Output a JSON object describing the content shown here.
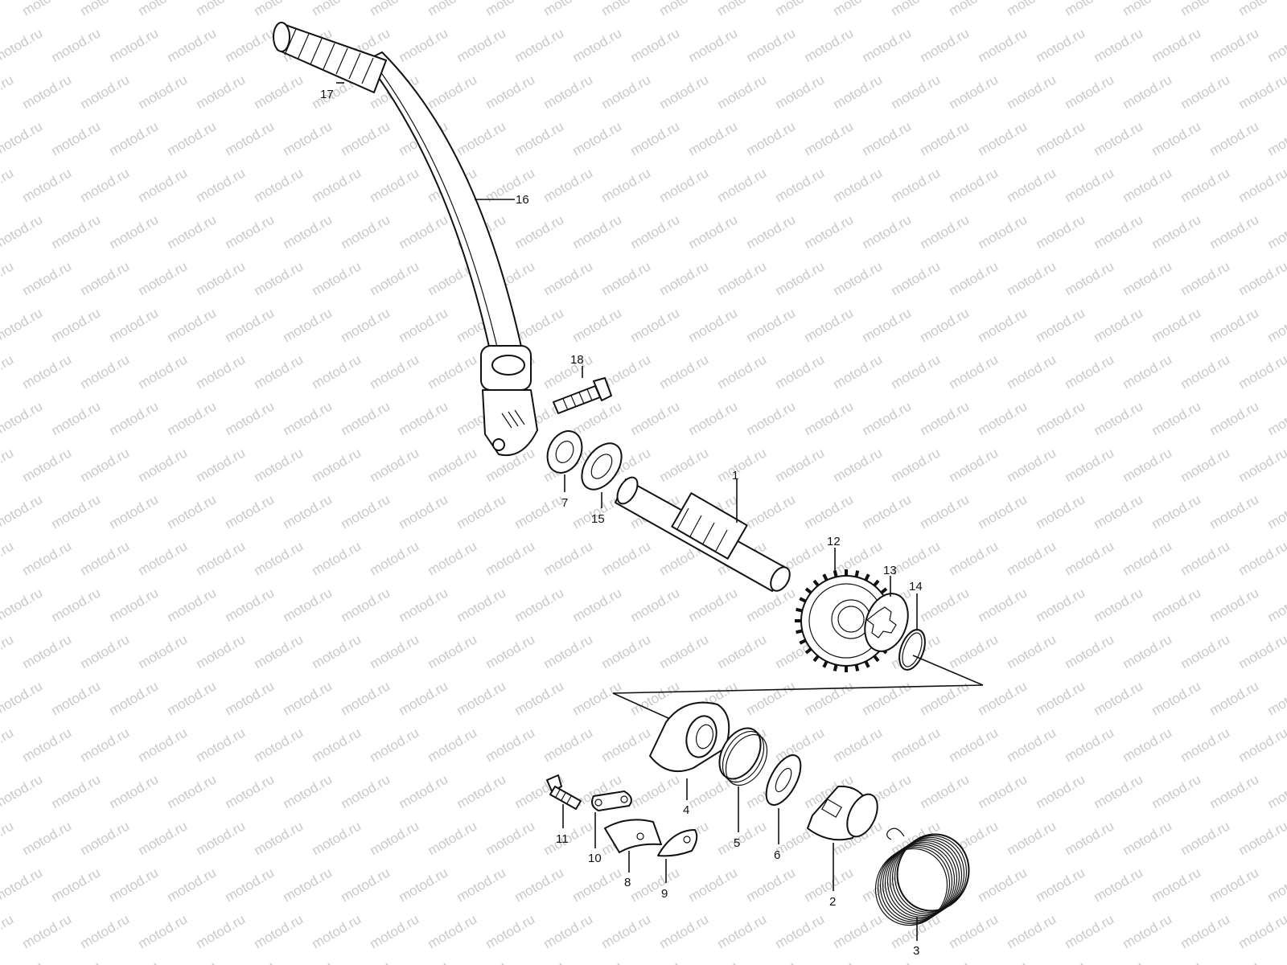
{
  "watermark": {
    "text": "motod.ru"
  },
  "labels": {
    "p1": "1",
    "p2": "2",
    "p3": "3",
    "p4": "4",
    "p5": "5",
    "p6": "6",
    "p7": "7",
    "p8": "8",
    "p9": "9",
    "p10": "10",
    "p11": "11",
    "p12": "12",
    "p13": "13",
    "p14": "14",
    "p15": "15",
    "p16": "16",
    "p17": "17",
    "p18": "18"
  }
}
